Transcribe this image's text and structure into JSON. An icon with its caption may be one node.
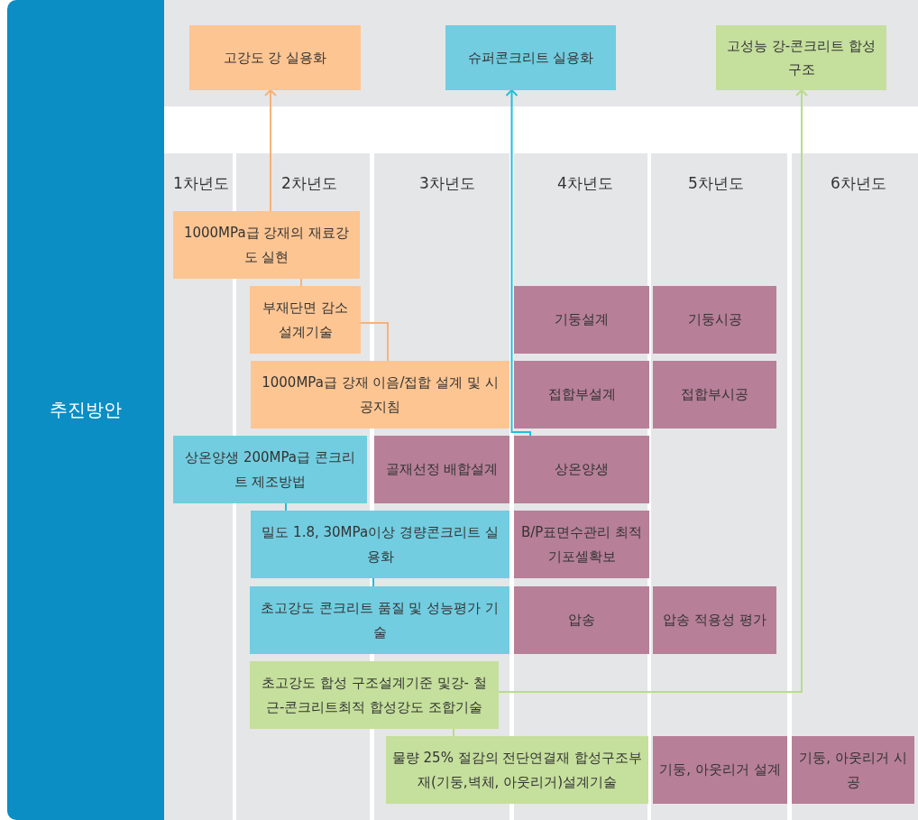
{
  "diagram": {
    "nodes": [
      {
        "text": [
          "추진방안"
        ]
      },
      {
        "text": [
          "고강도 강 실용화"
        ]
      },
      {
        "text": [
          "슈퍼콘크리트 실용화"
        ]
      },
      {
        "text": [
          "고성능 강-콘크리트 합성구조"
        ]
      },
      {
        "text": [
          "1000MPa급 강재의 재료강도 실현"
        ]
      },
      {
        "text": [
          "부재단면 감소 설계기술"
        ]
      },
      {
        "text": [
          "1000MPa급 강재 이음/접합 설계 및 시공지침"
        ]
      },
      {
        "text": [
          "기둥설계"
        ]
      },
      {
        "text": [
          "기둥시공"
        ]
      },
      {
        "text": [
          "접합부설계"
        ]
      },
      {
        "text": [
          "접합부시공"
        ]
      },
      {
        "text": [
          "상온양생 200MPa급 콘크리트 제조방법"
        ]
      },
      {
        "text": [
          "골재선정 배합설계"
        ]
      },
      {
        "text": [
          "상온양생"
        ]
      },
      {
        "text": [
          "밀도 1.8, 30MPa이상 경량콘크리트 실용화"
        ]
      },
      {
        "text": [
          "B/P표면수관리 최적 기포셀확보"
        ]
      },
      {
        "text": [
          "초고강도 콘크리트 품질 및 성능평가 기술"
        ]
      },
      {
        "text": [
          "압송"
        ]
      },
      {
        "text": [
          "압송 적용성 평가"
        ]
      },
      {
        "text": [
          "초고강도 합성 구조설계기준 및강- 철근-콘크리트최적 합성강도 조합기술"
        ]
      },
      {
        "text": [
          "물량 25% 절감의 전단연결재 합성구조부재(기둥,벽체, 아웃리거)설계기술"
        ]
      },
      {
        "text": [
          "기둥, 아웃리거 설계"
        ]
      },
      {
        "text": [
          "기둥, 아웃리거 시공"
        ]
      }
    ],
    "edges": [
      {
        "from": 4,
        "to": 1,
        "arrow": "to",
        "color": "#f7b27a"
      },
      {
        "from": 4,
        "to": 5,
        "arrow": "none",
        "color": "#f7b27a"
      },
      {
        "from": 5,
        "to": 6,
        "arrow": "none",
        "color": "#f7b27a"
      },
      {
        "from": 13,
        "to": 2,
        "arrow": "to",
        "color": "#1fbfda"
      },
      {
        "from": 11,
        "to": 14,
        "arrow": "none",
        "color": "#1fbfda"
      },
      {
        "from": 14,
        "to": 16,
        "arrow": "none",
        "color": "#1fbfda"
      },
      {
        "from": 19,
        "to": 3,
        "arrow": "to",
        "color": "#b8dc8c"
      },
      {
        "from": 19,
        "to": 20,
        "arrow": "none",
        "color": "#b8dc8c"
      }
    ],
    "labels": [
      "1차년도",
      "2차년도",
      "3차년도",
      "4차년도",
      "5차년도",
      "6차년도"
    ]
  }
}
